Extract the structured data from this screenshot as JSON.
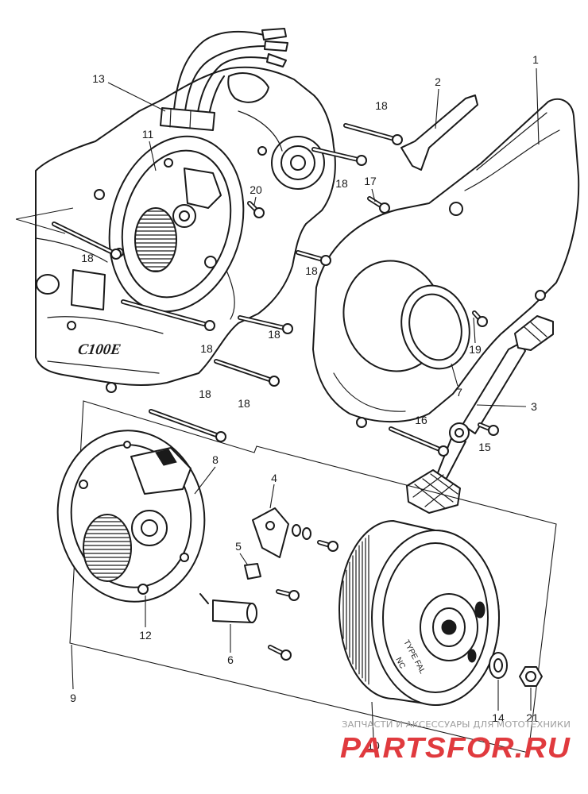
{
  "diagram": {
    "callouts": [
      "1",
      "2",
      "13",
      "18",
      "11",
      "18",
      "17",
      "20",
      "18",
      "18",
      "18",
      "18",
      "18",
      "19",
      "7",
      "3",
      "16",
      "15",
      "18",
      "8",
      "4",
      "5",
      "12",
      "6",
      "9",
      "10",
      "14",
      "21"
    ],
    "case_marking": "C100E",
    "rotor_markings": {
      "type": "TYPE FAL",
      "code": "NC"
    }
  },
  "watermark": {
    "tagline": "ЗАПЧАСТИ И АКСЕССУАРЫ ДЛЯ МОТОТЕХНИКИ",
    "logo": "PARTSFOR.RU"
  },
  "colors": {
    "ink": "#1a1a1a",
    "paper": "#ffffff",
    "logo": "#e03a3e",
    "tagline": "#a0a0a0"
  }
}
